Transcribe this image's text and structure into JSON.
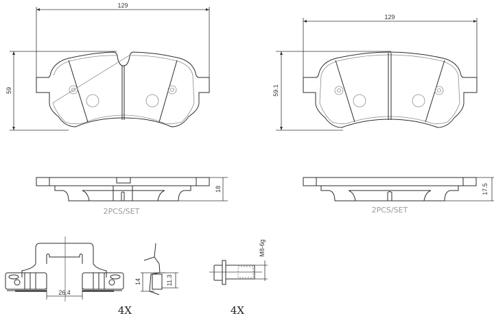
{
  "drawing": {
    "pad_left": {
      "width_label": "129",
      "height_label": "59",
      "thickness_label": "18",
      "set_label": "2PCS/SET"
    },
    "pad_right": {
      "width_label": "129",
      "height_label": "59.1",
      "thickness_label": "17.5",
      "set_label": "2PCS/SET"
    },
    "hardware": {
      "clip_width_label": "26.4",
      "spring_height_label": "14",
      "spring_inner_label": "11.3",
      "clip_qty": "4X",
      "bolt_thread_label": "M8-6g",
      "bolt_qty": "4X"
    }
  }
}
